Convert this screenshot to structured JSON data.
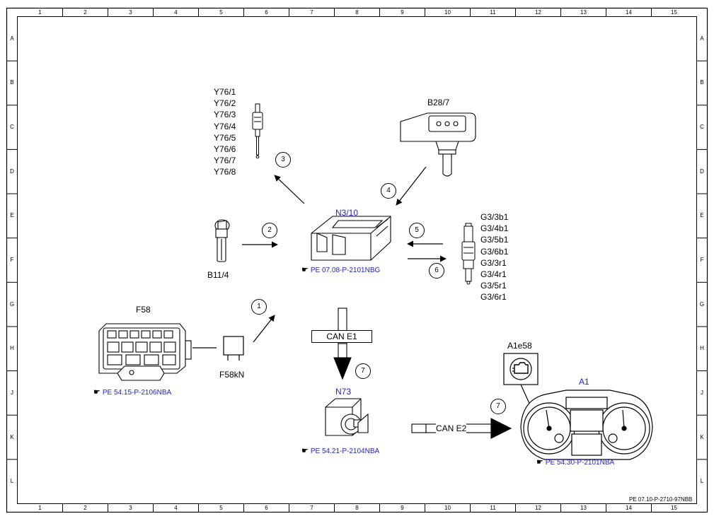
{
  "grid": {
    "columns": [
      "1",
      "2",
      "3",
      "4",
      "5",
      "6",
      "7",
      "8",
      "9",
      "10",
      "11",
      "12",
      "13",
      "14",
      "15"
    ],
    "rows": [
      "A",
      "B",
      "C",
      "D",
      "E",
      "F",
      "G",
      "H",
      "J",
      "K",
      "L"
    ]
  },
  "document_id": "PE 07.10-P-2710-97NBB",
  "components": {
    "glow_plugs": [
      "Y76/1",
      "Y76/2",
      "Y76/3",
      "Y76/4",
      "Y76/5",
      "Y76/6",
      "Y76/7",
      "Y76/8"
    ],
    "pressure_sensor": "B28/7",
    "control_unit": {
      "label": "N3/10",
      "ref": "PE 07.08-P-2101NBG"
    },
    "temp_sensor": "B11/4",
    "glow_plug_list": [
      "G3/3b1",
      "G3/4b1",
      "G3/5b1",
      "G3/6b1",
      "G3/3r1",
      "G3/4r1",
      "G3/5r1",
      "G3/6r1"
    ],
    "fuse_box": {
      "label": "F58",
      "ref": "PE 54.15-P-2106NBA"
    },
    "fuse": "F58kN",
    "ignition": {
      "label": "N73",
      "ref": "PE 54.21-P-2104NBA"
    },
    "indicator": "A1e58",
    "cluster": {
      "label": "A1",
      "ref": "PE 54.30-P-2101NBA"
    }
  },
  "bus": {
    "can_e1": "CAN E1",
    "can_e2": "CAN E2"
  },
  "steps": [
    "1",
    "2",
    "3",
    "4",
    "5",
    "6",
    "7",
    "7"
  ],
  "ref_symbol": "☛",
  "colors": {
    "link": "#1f1fd6",
    "line": "#000000"
  }
}
